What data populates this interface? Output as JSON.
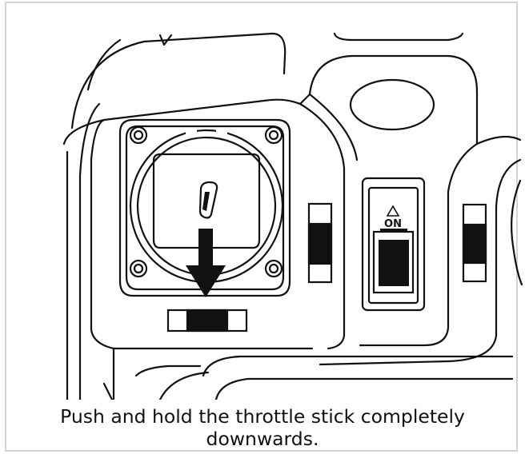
{
  "illustration": {
    "switch_label": "ON",
    "warning_icon": "triangle-warning-icon",
    "arrow_icon": "arrow-down-icon"
  },
  "caption": {
    "line1": "Push and hold the throttle stick completely",
    "line2": "downwards."
  },
  "colors": {
    "line": "#111111",
    "border": "#d4d4d4",
    "background": "#ffffff"
  }
}
